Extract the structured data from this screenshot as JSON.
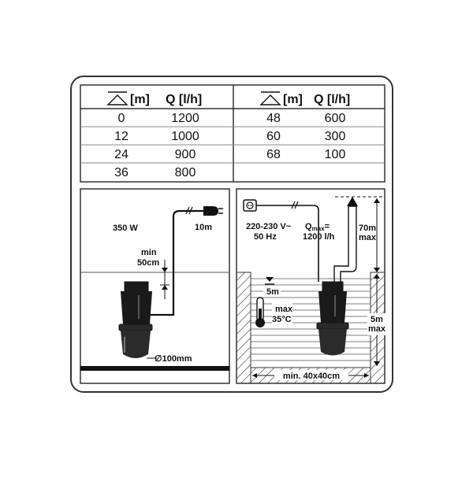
{
  "table": {
    "headers": [
      {
        "head_label": "[m]",
        "flow_label": "Q [l/h]"
      },
      {
        "head_label": "[m]",
        "flow_label": "Q [l/h]"
      }
    ],
    "left_rows": [
      {
        "head": "0",
        "flow": "1200"
      },
      {
        "head": "12",
        "flow": "1000"
      },
      {
        "head": "24",
        "flow": "900"
      },
      {
        "head": "36",
        "flow": "800"
      }
    ],
    "right_rows": [
      {
        "head": "48",
        "flow": "600"
      },
      {
        "head": "60",
        "flow": "300"
      },
      {
        "head": "68",
        "flow": "100"
      }
    ]
  },
  "left_diagram": {
    "power": "350 W",
    "cable_length": "10m",
    "min_depth_line1": "min",
    "min_depth_line2": "50cm",
    "diameter": "∅100mm"
  },
  "right_diagram": {
    "voltage_line1": "220-230 V~",
    "voltage_line2": "50 Hz",
    "qmax_prefix": "Q",
    "qmax_sub": "max",
    "qmax_suffix": "=",
    "qmax_value": "1200 l/h",
    "max_head_line1": "70m",
    "max_head_line2": "max",
    "immersion_line1": "5m",
    "immersion_line2": "max",
    "min_water": "5m",
    "temp_line1": "max",
    "temp_line2": "35°C",
    "well_size": "min. 40x40cm"
  },
  "colors": {
    "border": "#333333",
    "pump_dark": "#1a1a1a",
    "water_line": "#555555"
  }
}
